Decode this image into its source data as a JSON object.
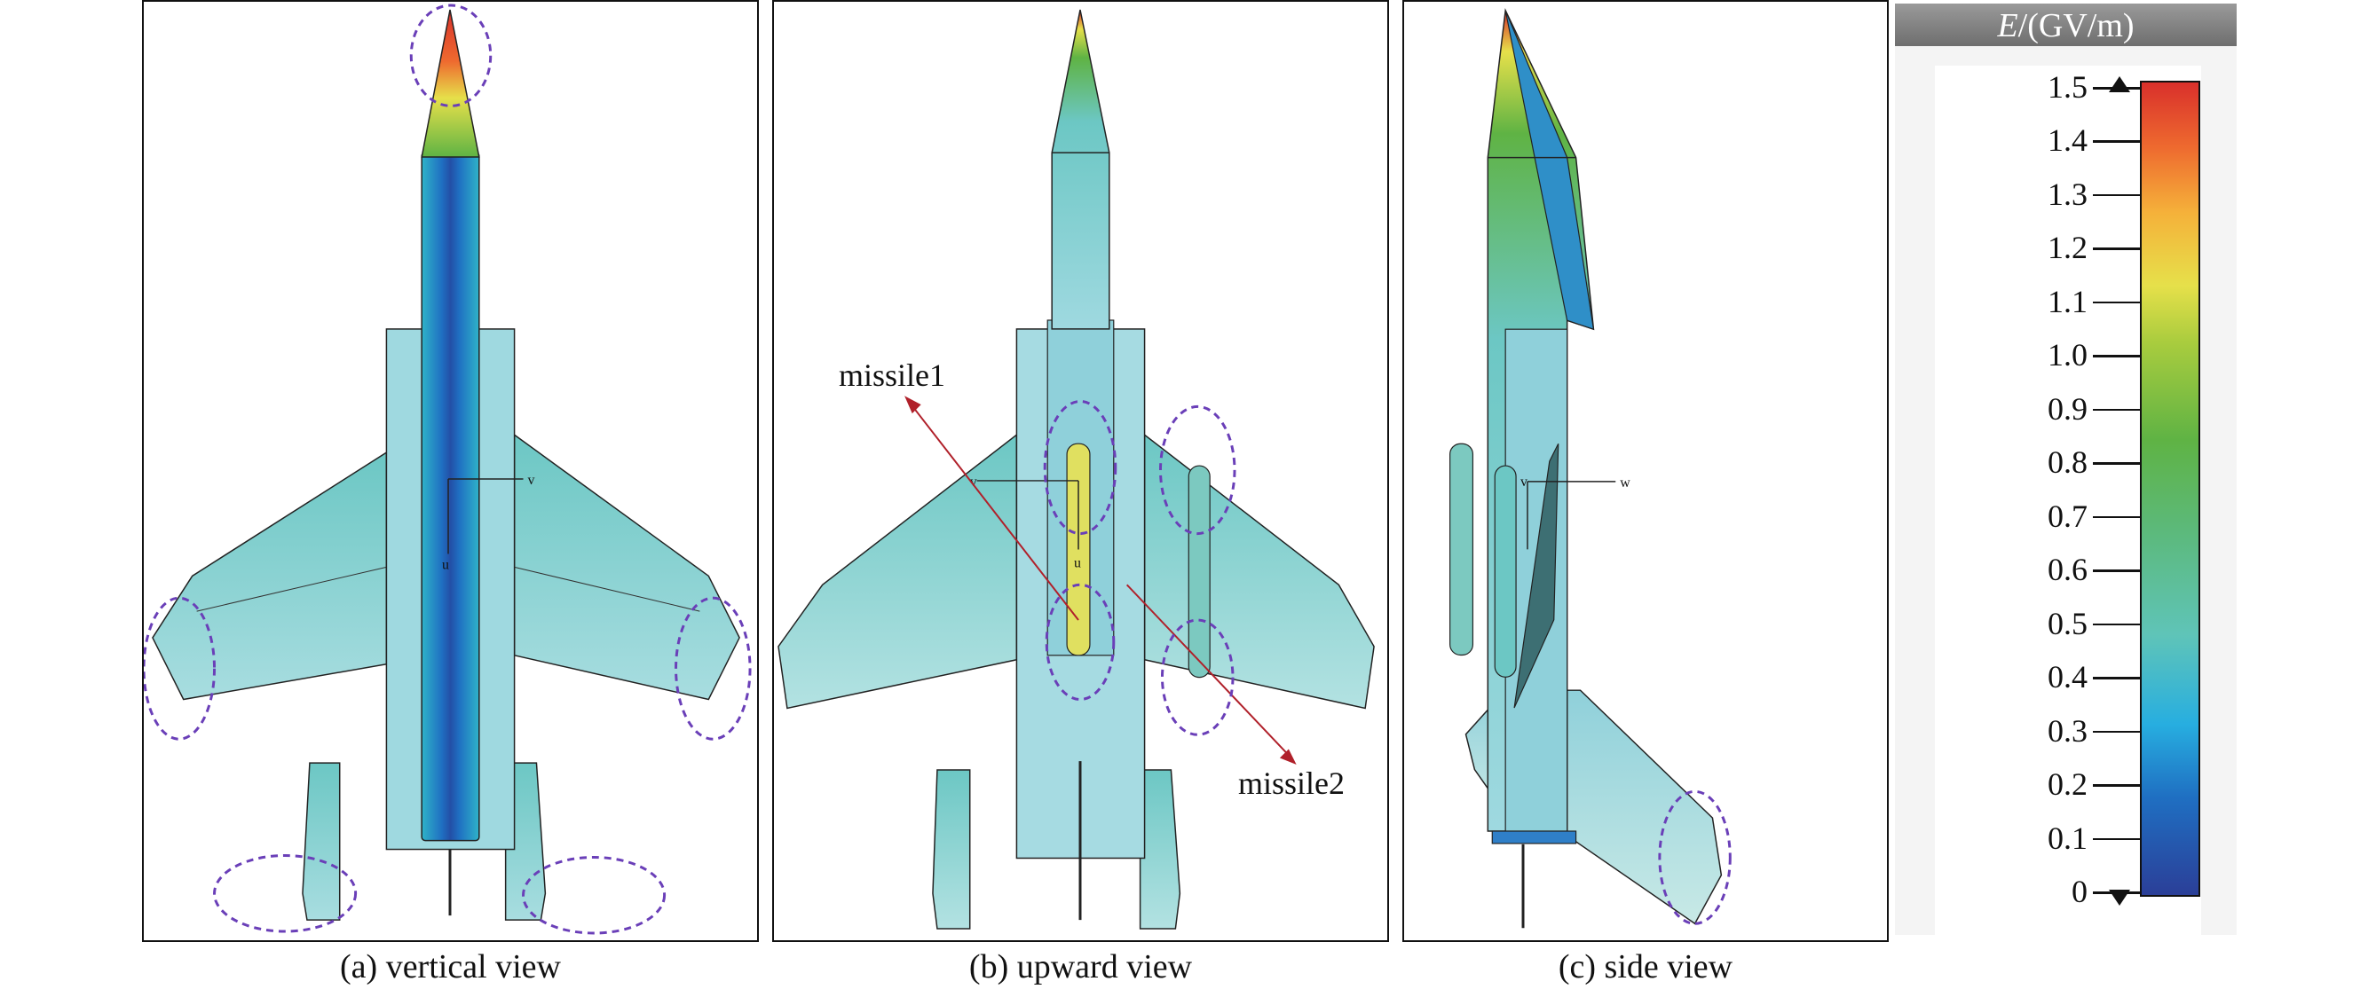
{
  "panels": [
    {
      "caption": "(a) vertical view",
      "axes": [
        "v",
        "u"
      ]
    },
    {
      "caption": "(b) upward view",
      "axes": [
        "v",
        "u"
      ]
    },
    {
      "caption": "(c) side view",
      "axes": [
        "v",
        "w"
      ]
    }
  ],
  "annotations": {
    "missile1": "missile1",
    "missile2": "missile2"
  },
  "colorbar": {
    "title_var": "E",
    "title_unit": "/(GV/m)",
    "ticks": [
      "1.5",
      "1.4",
      "1.3",
      "1.2",
      "1.1",
      "1.0",
      "0.9",
      "0.8",
      "0.7",
      "0.6",
      "0.5",
      "0.4",
      "0.3",
      "0.2",
      "0.1",
      "0"
    ],
    "colors": {
      "low": "#2b3f98",
      "mid": "#5fb344",
      "high": "#d9302b"
    }
  }
}
